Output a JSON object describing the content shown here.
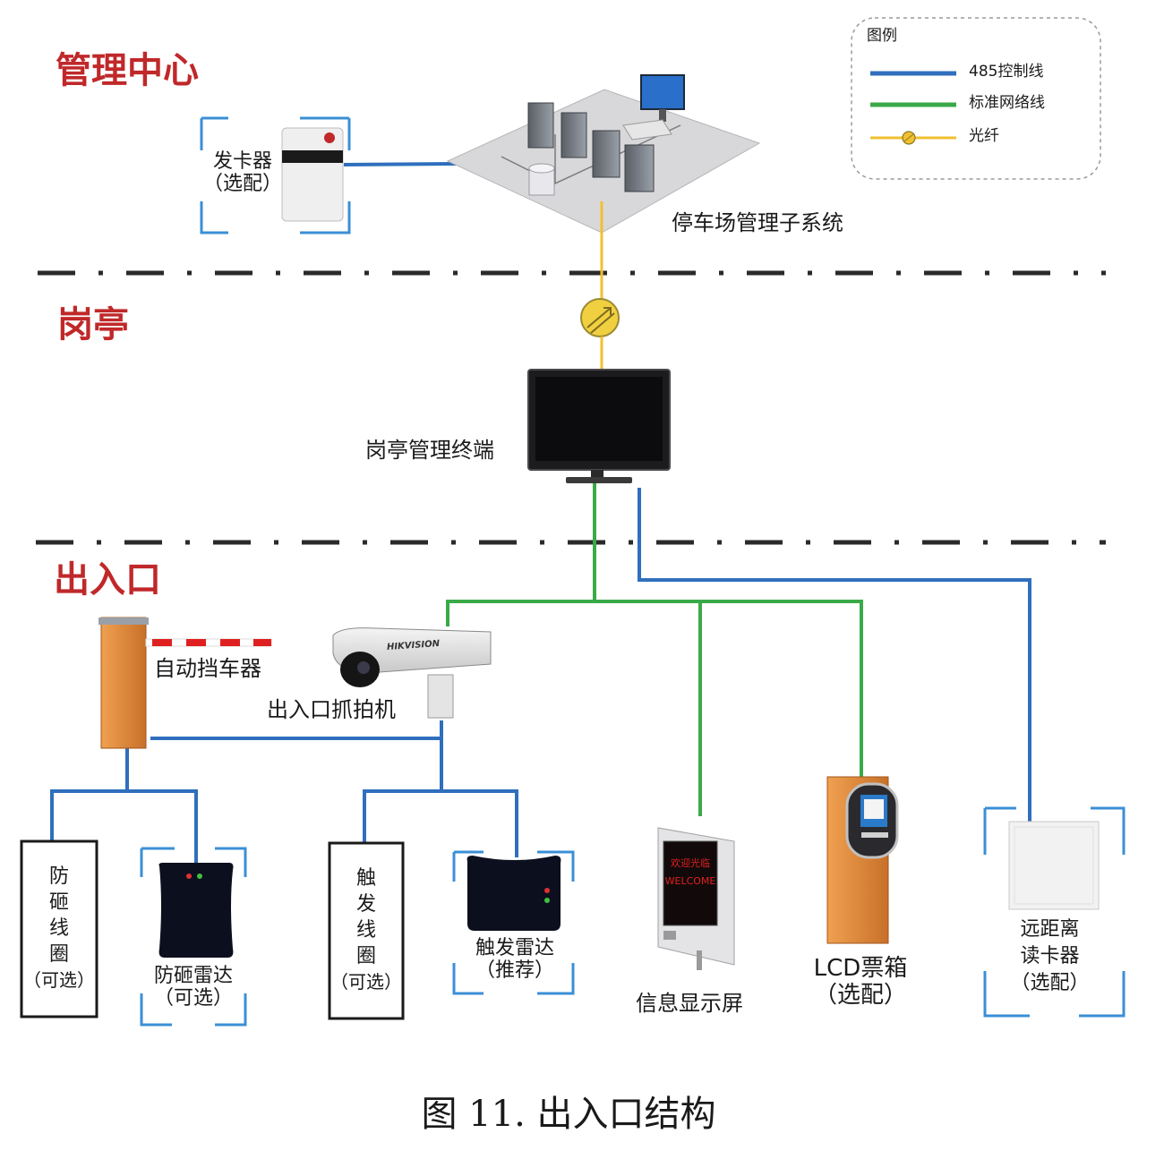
{
  "sections": {
    "management": "管理中心",
    "booth": "岗亭",
    "entrance": "出入口"
  },
  "legend": {
    "title": "图例",
    "items": [
      {
        "label": "485控制线",
        "color": "#2f6fbd",
        "kind": "line"
      },
      {
        "label": "标准网络线",
        "color": "#3aaa48",
        "kind": "line"
      },
      {
        "label": "光纤",
        "color": "#f0c030",
        "kind": "fiber"
      }
    ]
  },
  "devices": {
    "card_issuer": {
      "line1": "发卡器",
      "line2": "（选配）"
    },
    "parking_subsystem": "停车场管理子系统",
    "booth_terminal": "岗亭管理终端",
    "barrier": "自动挡车器",
    "capture_camera": "出入口抓拍机",
    "anti_smash_loop": {
      "chars": [
        "防",
        "砸",
        "线",
        "圈"
      ],
      "note": "（可选）"
    },
    "anti_smash_radar": {
      "line1": "防砸雷达",
      "line2": "（可选）"
    },
    "trigger_loop": {
      "chars": [
        "触",
        "发",
        "线",
        "圈"
      ],
      "note": "（可选）"
    },
    "trigger_radar": {
      "line1": "触发雷达",
      "line2": "（推荐）"
    },
    "info_display": "信息显示屏",
    "info_display_screen": {
      "cn": "欢迎光临",
      "en": "WELCOME"
    },
    "lcd_ticket_box": {
      "line1": "LCD票箱",
      "line2": "（选配）"
    },
    "long_range_reader": {
      "line1": "远距离",
      "line2": "读卡器",
      "line3": "（选配）"
    },
    "camera_brand": "HIKVISION"
  },
  "caption": "图 11.  出入口结构",
  "colors": {
    "control_line": "#2f6fbd",
    "network_line": "#3aaa48",
    "fiber": "#f0c030",
    "section_red": "#c0282a",
    "dash_blue": "#3b8fd6",
    "barrier_orange": "#e0893a"
  }
}
